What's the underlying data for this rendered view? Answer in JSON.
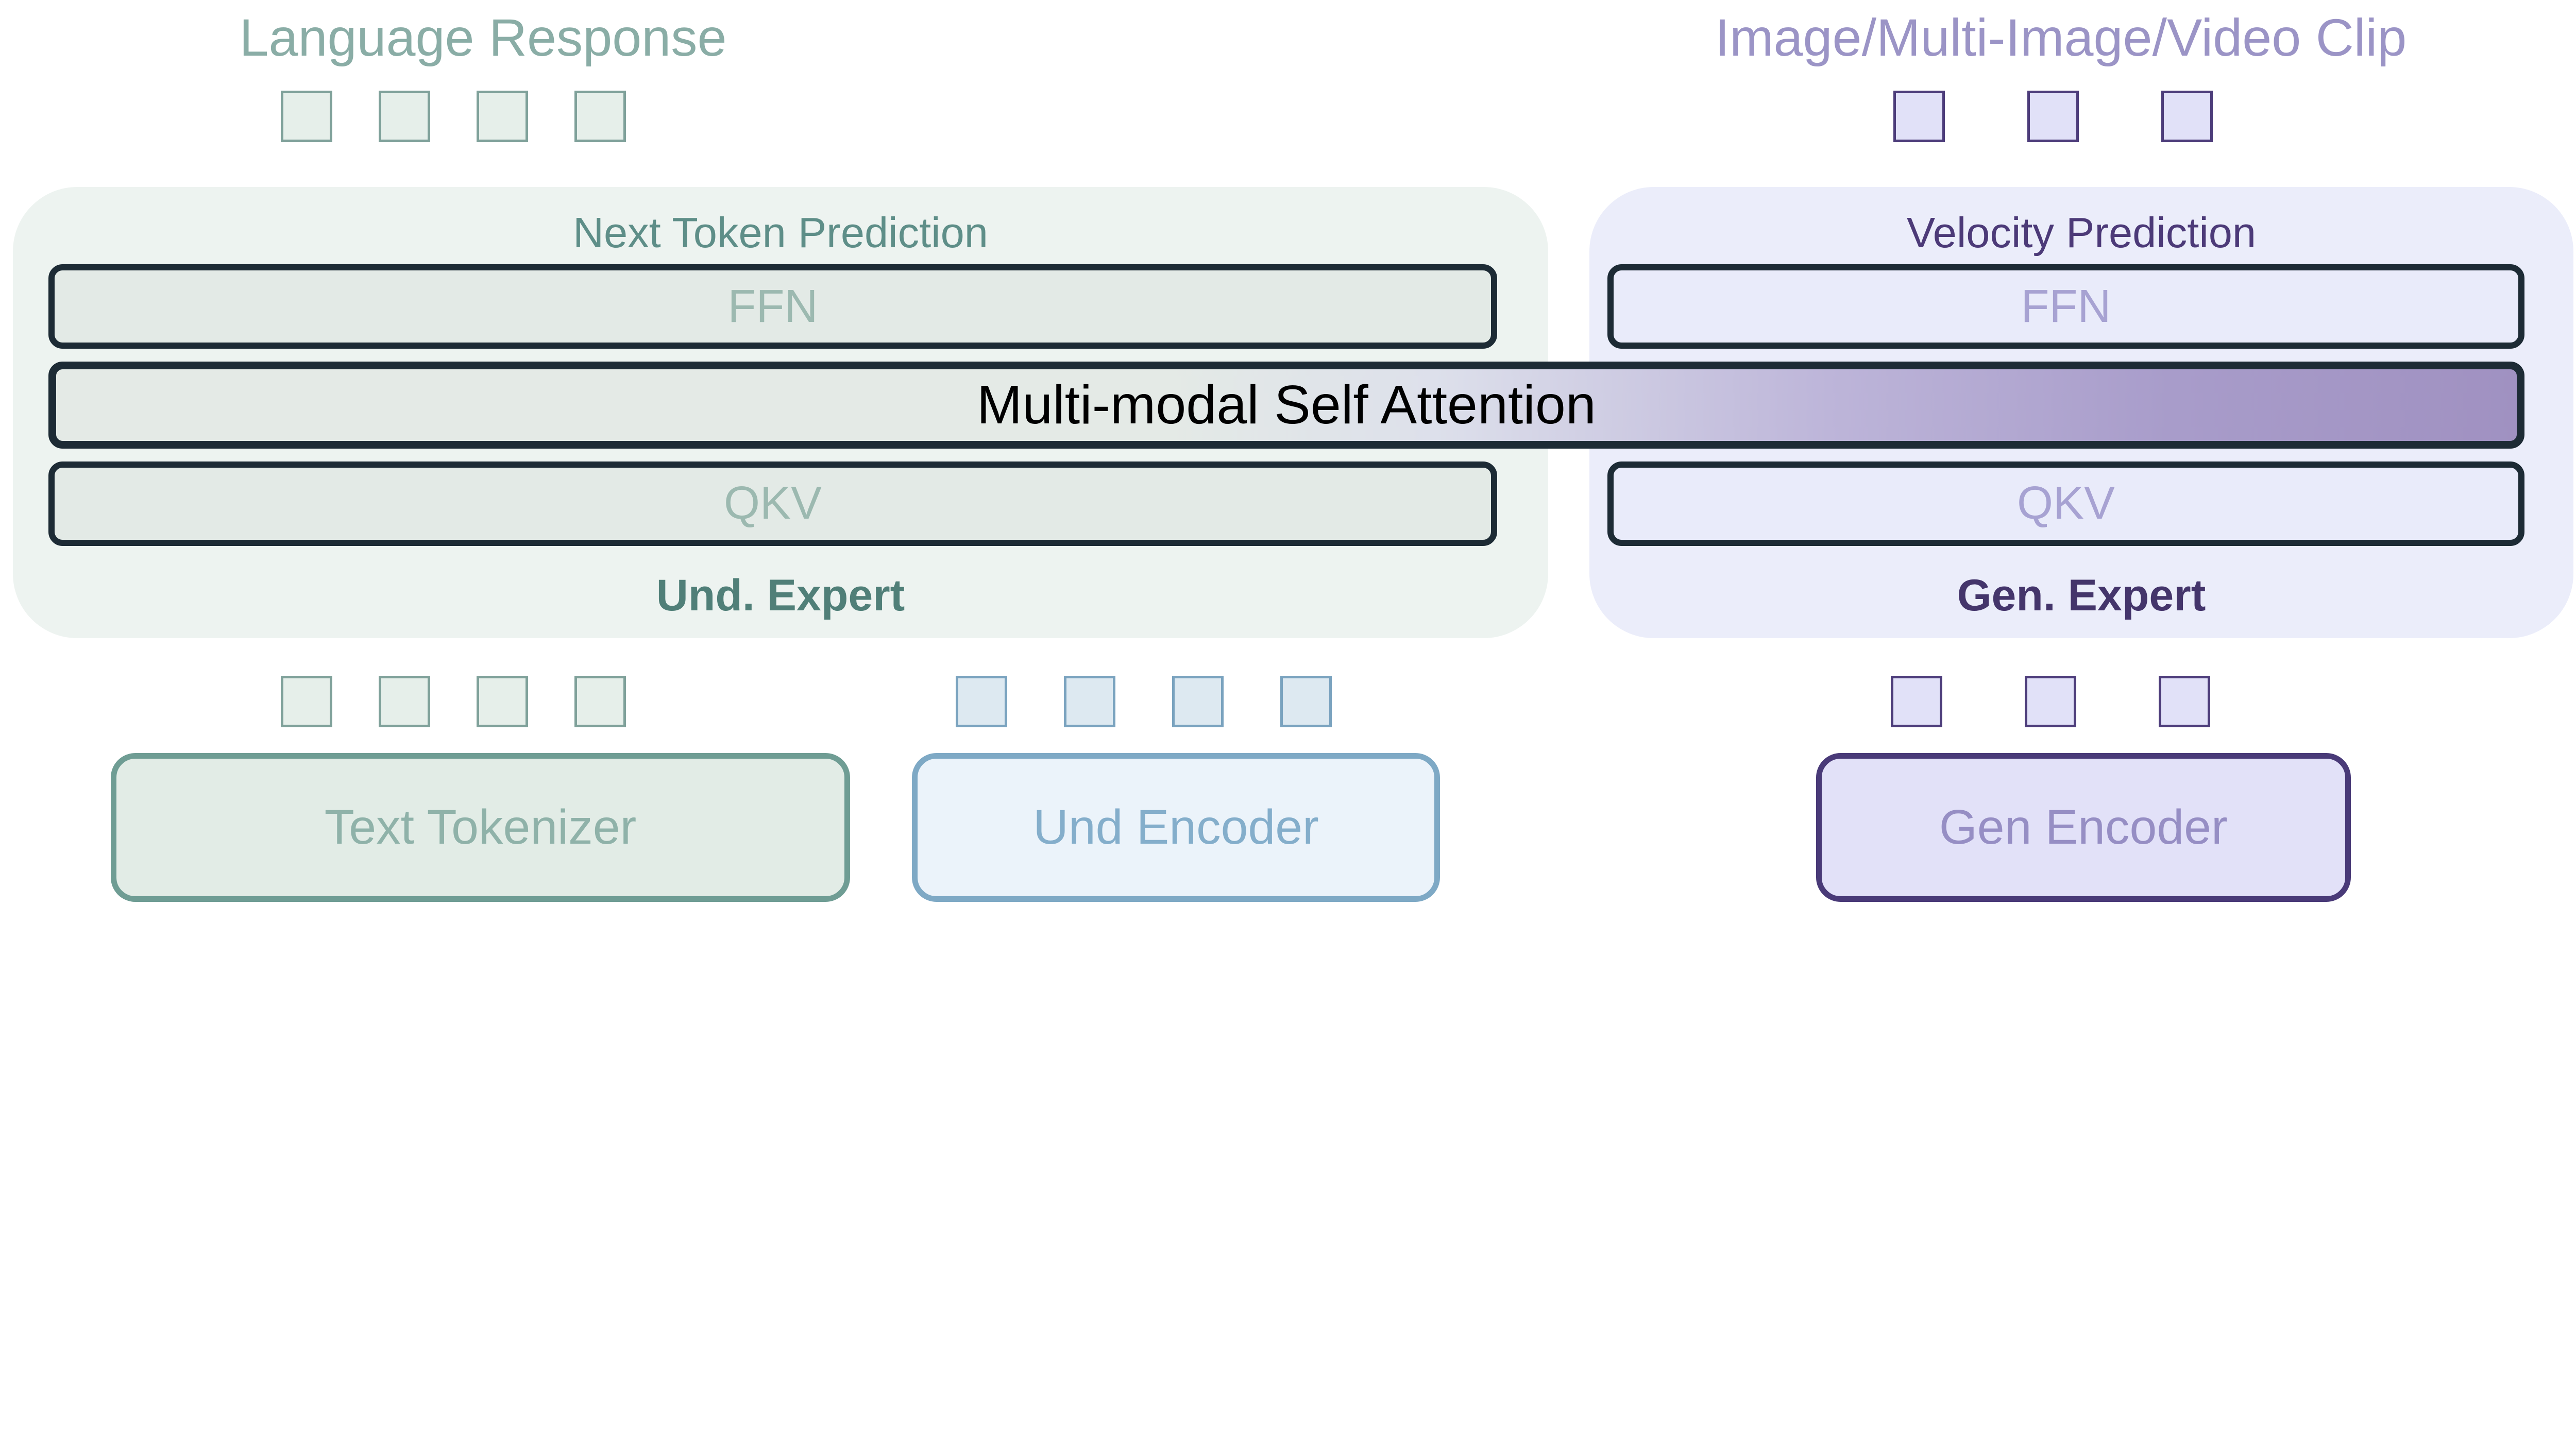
{
  "labels": {
    "language_response": "Language Response",
    "image_clip": "Image/Multi-Image/Video Clip"
  },
  "und_expert_panel": {
    "title": "Next Token Prediction",
    "ffn": "FFN",
    "qkv": "QKV",
    "name": "Und. Expert"
  },
  "gen_expert_panel": {
    "title": "Velocity Prediction",
    "ffn": "FFN",
    "qkv": "QKV",
    "name": "Gen. Expert"
  },
  "attention_bar": {
    "label": "Multi-modal Self Attention"
  },
  "bottom": {
    "text_tokenizer": "Text Tokenizer",
    "und_encoder": "Und Encoder",
    "gen_encoder": "Gen Encoder"
  },
  "tokens": {
    "language_response": 4,
    "image_clip": 3,
    "text_input": 4,
    "und_input": 4,
    "gen_input": 3
  },
  "colors": {
    "teal-label": "#8aada6",
    "teal-title": "#5e8e88",
    "teal-bar-text": "#9cb9b0",
    "teal-expert": "#507f78",
    "tokenizer-border": "#6f9d94",
    "tokenizer-text": "#8fb2a9",
    "panel-left-bg": "#edf3f0",
    "panel-right-bg": "#ebedfa",
    "bar-left-bg": "#e3eae6",
    "bar-right-bg": "#e9ebfa",
    "bar-border": "#1d2b35",
    "purple-label": "#9b94c6",
    "purple-title": "#4c3a78",
    "purple-bar-text": "#a7a2d2",
    "purple-expert": "#44356b",
    "gen-border": "#493a78",
    "gen-text": "#968ec4",
    "blue-border": "#7ea9c5",
    "blue-text": "#84aecb",
    "attention-grad-start": "#e4eae6",
    "attention-grad-end": "#a091c1",
    "token-green-bg": "#e6efea",
    "token-green-border": "#7fa19a",
    "token-blue-bg": "#dde9f1",
    "token-blue-border": "#7aa3bf",
    "token-purple-bg": "#e1e1f8",
    "token-purple-border": "#4d3d7b"
  }
}
